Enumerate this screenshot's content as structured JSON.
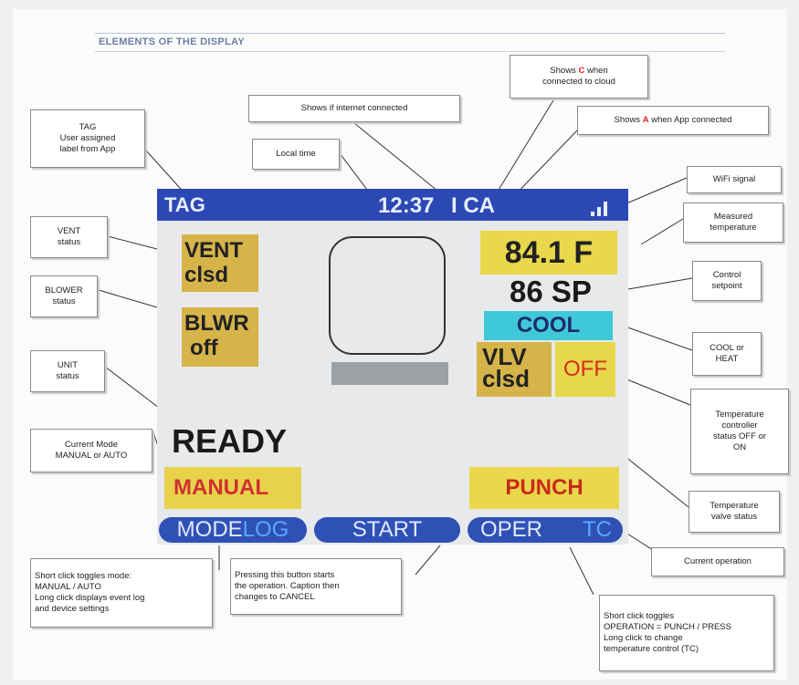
{
  "section_title": "ELEMENTS OF THE DISPLAY",
  "screen": {
    "tag": "TAG",
    "time": "12:37",
    "connection": "I CA",
    "vent_line1": "VENT",
    "vent_line2": "clsd",
    "blower_line1": "BLWR",
    "blower_line2": "off",
    "unit_status": "READY",
    "mode": "MANUAL",
    "measured_temp": "84.1 F",
    "setpoint": "86 SP",
    "cool_heat": "COOL",
    "valve_line1": "VLV",
    "valve_line2": "clsd",
    "controller_status": "OFF",
    "operation": "PUNCH",
    "buttons": {
      "mode": "MODE",
      "log": "LOG",
      "start": "START",
      "oper": "OPER",
      "tc": "TC"
    },
    "colors": {
      "topbar": "#2c48b4",
      "status_box": "#d6b44a",
      "cool": "#3fc9d8",
      "button": "#2f51b6"
    }
  },
  "callouts": {
    "tag": "TAG\nUser assigned\nlabel from App",
    "internet": "Shows if internet connected",
    "local_time": "Local time",
    "cloud_pre": "Shows ",
    "cloud_letter": "C",
    "cloud_post": " when\nconnected to cloud",
    "app_pre": "Shows ",
    "app_letter": "A",
    "app_post": " when App connected",
    "wifi": "WiFi signal",
    "measured": "Measured\ntemperature",
    "setpoint": "Control\nsetpoint",
    "cool_heat": "COOL or\nHEAT",
    "tc_status": "Temperature\ncontroller\nstatus OFF or\nON",
    "valve": "Temperature\nvalve status",
    "operation": "Current operation",
    "vent": "VENT\nstatus",
    "blower": "BLOWER\nstatus",
    "unit": "UNIT\nstatus",
    "mode": "Current Mode\nMANUAL or AUTO",
    "mode_button": "Short click toggles mode:\nMANUAL / AUTO\nLong click displays event log\nand device settings",
    "start_button": "Pressing this button starts\nthe operation. Caption then\nchanges to CANCEL",
    "oper_button": "Short click toggles\nOPERATION = PUNCH / PRESS\nLong click to change\ntemperature control (TC)"
  }
}
